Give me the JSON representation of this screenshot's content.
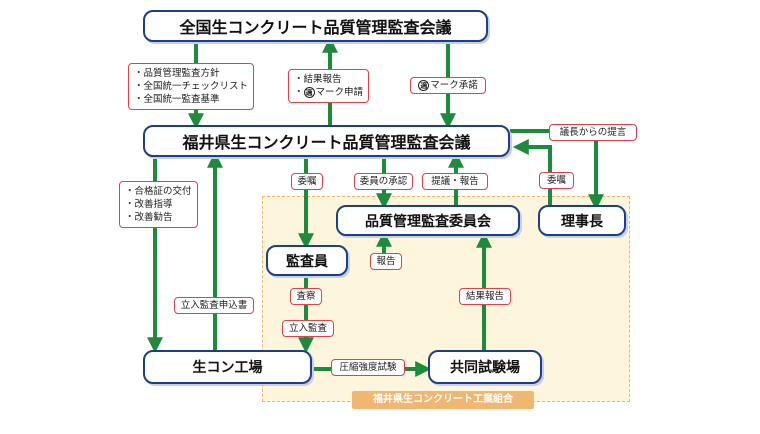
{
  "boxes": {
    "national_council": "全国生コンクリート品質管理監査会議",
    "fukui_council": "福井県生コンクリート品質管理監査会議",
    "committee": "品質管理監査委員会",
    "director": "理事長",
    "inspector": "監査員",
    "plant": "生コン工場",
    "lab": "共同試験場"
  },
  "zone_label": "福井県生コンクリート工業組合",
  "labels": {
    "national_to_fukui": [
      "・品質管理監査方針",
      "・全国統一チェックリスト",
      "・全国統一監査基準"
    ],
    "fukui_to_national_1": "・結果報告",
    "fukui_to_national_2_prefix": "・",
    "fukui_to_national_2_mark": "適",
    "fukui_to_national_2_text": "マーク申請",
    "mark_approval_mark": "適",
    "mark_approval_text": "マーク承諾",
    "chair_proposal": "議長からの提言",
    "fukui_to_plant": [
      "・合格証の交付",
      "・改善指導",
      "・改善勧告"
    ],
    "commission_1": "委嘱",
    "member_approval": "委員の承認",
    "proposal_report": "提議・報告",
    "commission_2": "委嘱",
    "report": "報告",
    "inspection": "査察",
    "site_audit": "立入監査",
    "audit_application": "立入監査申込書",
    "result_report": "結果報告",
    "compression_test": "圧縮強度試験"
  },
  "colors": {
    "arrow": "#1e8a3c",
    "box_border": "#1d3f86",
    "label_border": "#d9454a",
    "zone_fill": "#fdf6dd",
    "zone_label_fill": "#f0b772"
  }
}
